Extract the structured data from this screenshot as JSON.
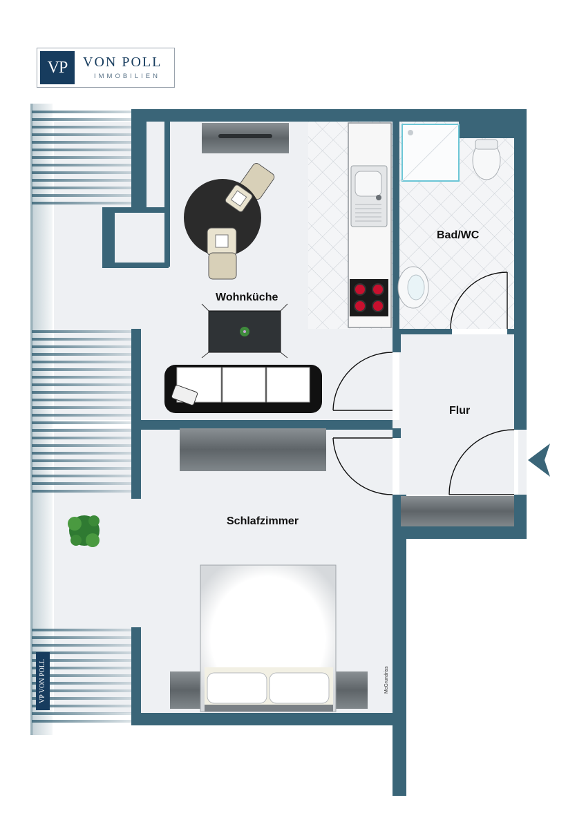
{
  "brand": {
    "mark": "VP",
    "name": "VON POLL",
    "sub": "IMMOBILIEN"
  },
  "rooms": {
    "wohnkueche": "Wohnküche",
    "bad": "Bad/WC",
    "flur": "Flur",
    "schlafzimmer": "Schlafzimmer"
  },
  "side_logo": "VP VON POLL",
  "credit": "McGrundriss",
  "colors": {
    "wall": "#3a6578",
    "floor": "#eef0f3",
    "tile_line": "#c9ced4",
    "furniture_grey": "#6d7378",
    "entry_arrow": "#3a6578",
    "brand_navy": "#173c5e"
  }
}
